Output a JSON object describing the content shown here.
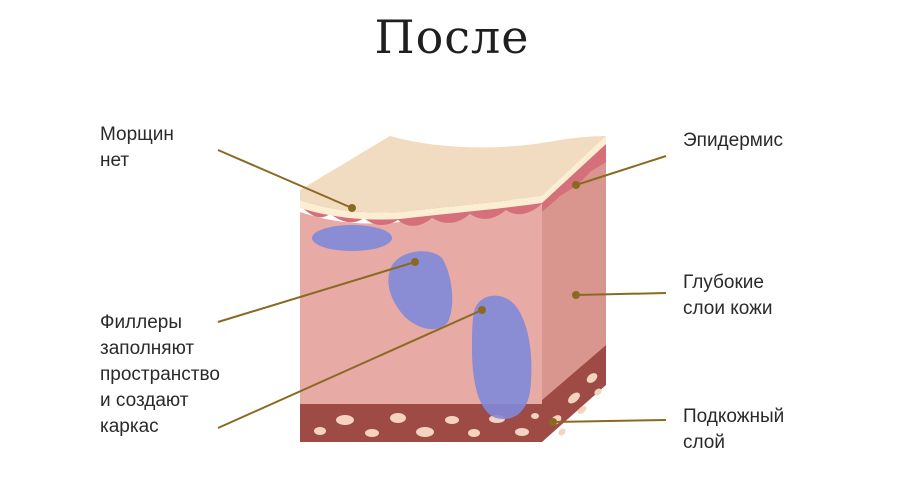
{
  "title": "После",
  "labels": {
    "wrinkles": [
      "Морщин",
      "нет"
    ],
    "fillers": [
      "Филлеры",
      "заполняют",
      "пространство",
      "и создают",
      "каркас"
    ],
    "epidermis": [
      "Эпидермис"
    ],
    "deep_layers": [
      "Глубокие",
      "слои кожи"
    ],
    "subcutaneous": [
      "Подкожный",
      "слой"
    ]
  },
  "colors": {
    "leader_line": "#8a6a22",
    "epidermis_top": "#f1dcc2",
    "dermis_front": "#e7aaa4",
    "dermis_side": "#d9968f",
    "filler": "#7f88d9",
    "subcutaneous": "#9e4a45",
    "fat_cells": "#f4d3c0"
  }
}
